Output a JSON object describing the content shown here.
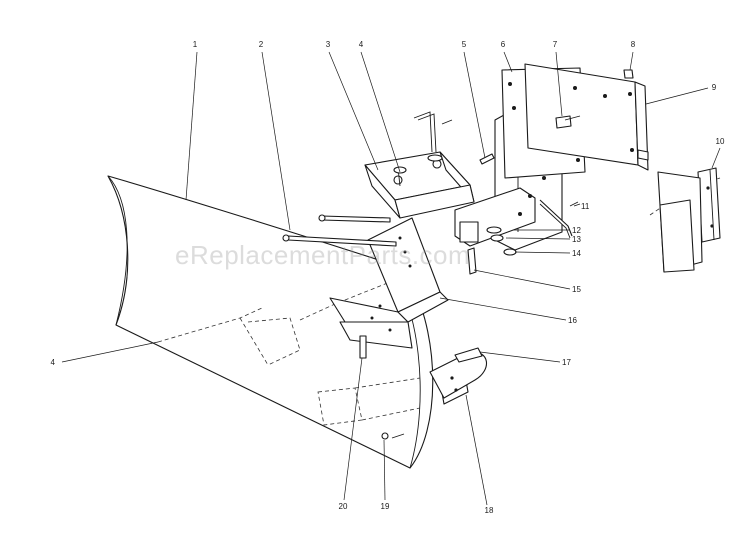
{
  "watermark": "eReplacementParts.com",
  "callouts": {
    "c1": "1",
    "c2": "2",
    "c3": "3",
    "c4a": "4",
    "c4b": "4",
    "c5": "5",
    "c6": "6",
    "c7": "7",
    "c8": "8",
    "c9": "9",
    "c10": "10",
    "c11": "11",
    "c12": "12",
    "c13": "13",
    "c14": "14",
    "c15": "15",
    "c16": "16",
    "c17": "17",
    "c18": "18",
    "c19": "19",
    "c20": "20"
  }
}
